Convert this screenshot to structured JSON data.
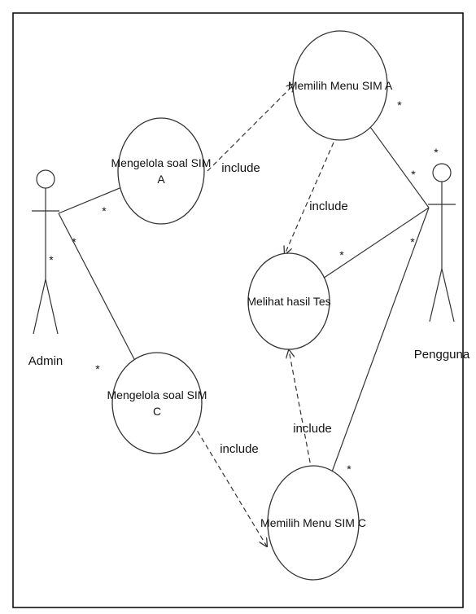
{
  "actors": [
    {
      "id": "admin",
      "label": "Admin"
    },
    {
      "id": "pengguna",
      "label": "Pengguna"
    }
  ],
  "use_cases": [
    {
      "id": "uc_memilih_a",
      "lines": [
        "Memilih Menu SIM A"
      ]
    },
    {
      "id": "uc_kelola_a",
      "lines": [
        "Mengelola soal SIM",
        "A"
      ]
    },
    {
      "id": "uc_melihat",
      "lines": [
        "Melihat hasil Tes"
      ]
    },
    {
      "id": "uc_kelola_c",
      "lines": [
        "Mengelola soal SIM",
        "C"
      ]
    },
    {
      "id": "uc_memilih_c",
      "lines": [
        "Memilih Menu SIM C"
      ]
    }
  ],
  "associations": [
    {
      "from": "admin",
      "to": "uc_kelola_a"
    },
    {
      "from": "admin",
      "to": "uc_kelola_c"
    },
    {
      "from": "pengguna",
      "to": "uc_memilih_a"
    },
    {
      "from": "pengguna",
      "to": "uc_melihat"
    },
    {
      "from": "pengguna",
      "to": "uc_memilih_c"
    }
  ],
  "includes": [
    {
      "from": "uc_kelola_a",
      "to": "uc_memilih_a",
      "label": "include"
    },
    {
      "from": "uc_memilih_a",
      "to": "uc_melihat",
      "label": "include"
    },
    {
      "from": "uc_memilih_c",
      "to": "uc_melihat",
      "label": "include"
    },
    {
      "from": "uc_kelola_c",
      "to": "uc_memilih_c",
      "label": "include"
    }
  ],
  "multiplicity": "*",
  "colors": {
    "line": "#333333",
    "text": "#111111",
    "frame": "#000000",
    "background": "#ffffff"
  }
}
